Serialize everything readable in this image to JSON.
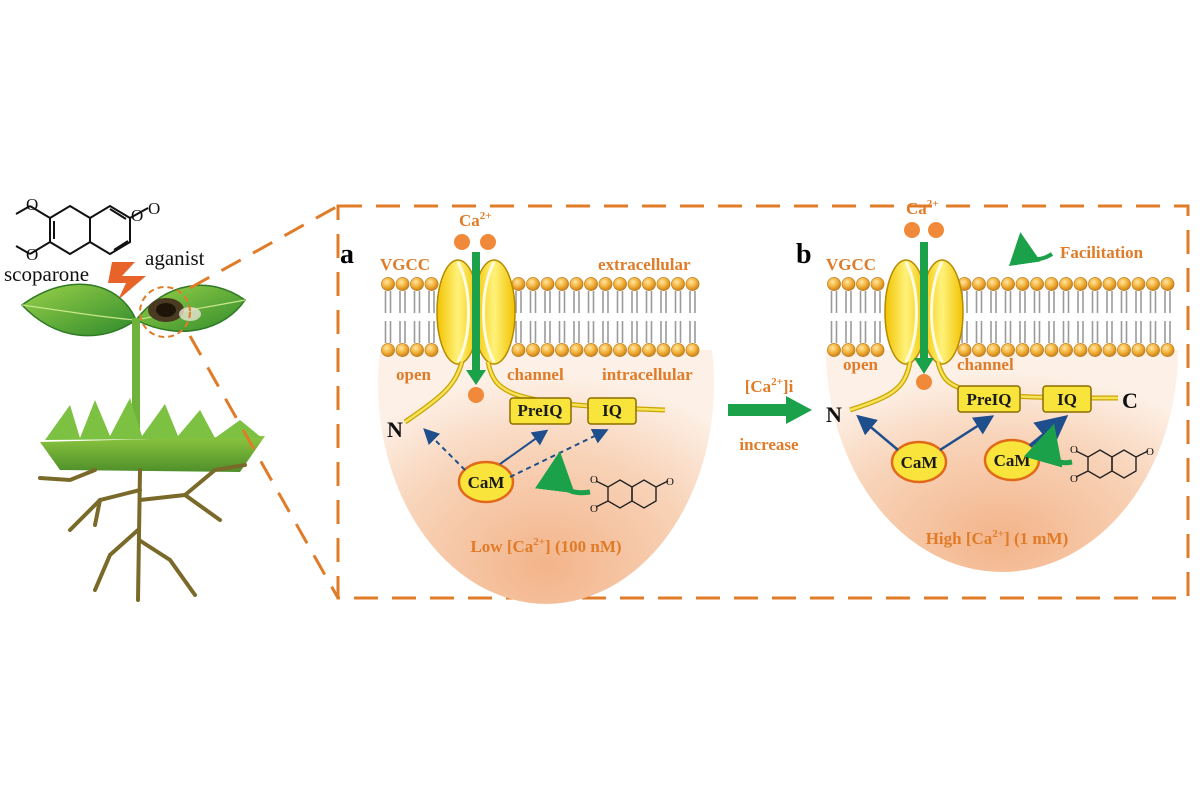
{
  "left": {
    "compound_label": "scoparone",
    "agonist_label": "aganist"
  },
  "panel_a": {
    "letter": "a",
    "vgcc": "VGCC",
    "ion": "Ca",
    "ion_sup": "2+",
    "extracellular": "extracellular",
    "intracellular": "intracellular",
    "open": "open",
    "channel": "channel",
    "n_term": "N",
    "preiq": "PreIQ",
    "iq": "IQ",
    "cam": "CaM",
    "condition_pre": "Low [Ca",
    "condition_sup": "2+",
    "condition_post": "] (100 nM)"
  },
  "transition": {
    "label_pre": "[Ca",
    "label_sup": "2+",
    "label_post": "]i",
    "increase": "increase"
  },
  "panel_b": {
    "letter": "b",
    "vgcc": "VGCC",
    "ion": "Ca",
    "ion_sup": "2+",
    "open": "open",
    "channel": "channel",
    "facilitation": "Facilitation",
    "n_term": "N",
    "c_term": "C",
    "preiq": "PreIQ",
    "iq": "IQ",
    "cam_1": "CaM",
    "cam_2": "CaM",
    "condition_pre": "High [Ca",
    "condition_sup": "2+",
    "condition_post": "] (1 mM)"
  },
  "colors": {
    "accent_orange": "#e07b28",
    "bead_orange": "#f0a030",
    "channel_yellow": "#f7d21a",
    "arrow_green": "#1aa14a",
    "arrow_blue": "#1f4e8c",
    "box_yellow": "#f8e43a",
    "sphere": "#f6c8a6"
  }
}
